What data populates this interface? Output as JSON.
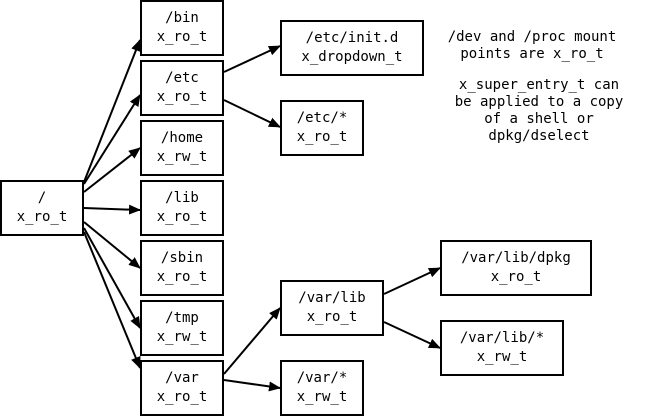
{
  "nodes": {
    "root": {
      "path": "/",
      "label": "x_ro_t"
    },
    "bin": {
      "path": "/bin",
      "label": "x_ro_t"
    },
    "etc": {
      "path": "/etc",
      "label": "x_ro_t"
    },
    "home": {
      "path": "/home",
      "label": "x_rw_t"
    },
    "lib": {
      "path": "/lib",
      "label": "x_ro_t"
    },
    "sbin": {
      "path": "/sbin",
      "label": "x_ro_t"
    },
    "tmp": {
      "path": "/tmp",
      "label": "x_rw_t"
    },
    "var": {
      "path": "/var",
      "label": "x_ro_t"
    },
    "initd": {
      "path": "/etc/init.d",
      "label": "x_dropdown_t"
    },
    "etcstar": {
      "path": "/etc/*",
      "label": "x_ro_t"
    },
    "varlib": {
      "path": "/var/lib",
      "label": "x_ro_t"
    },
    "varstar": {
      "path": "/var/*",
      "label": "x_rw_t"
    },
    "dpkg": {
      "path": "/var/lib/dpkg",
      "label": "x_ro_t"
    },
    "varlibstar": {
      "path": "/var/lib/*",
      "label": "x_rw_t"
    }
  },
  "notes": {
    "note1": [
      "/dev and /proc mount",
      "points are x_ro_t"
    ],
    "note2": [
      "x_super_entry_t can",
      "be applied to a copy",
      "of a shell or",
      "dpkg/dselect"
    ]
  }
}
